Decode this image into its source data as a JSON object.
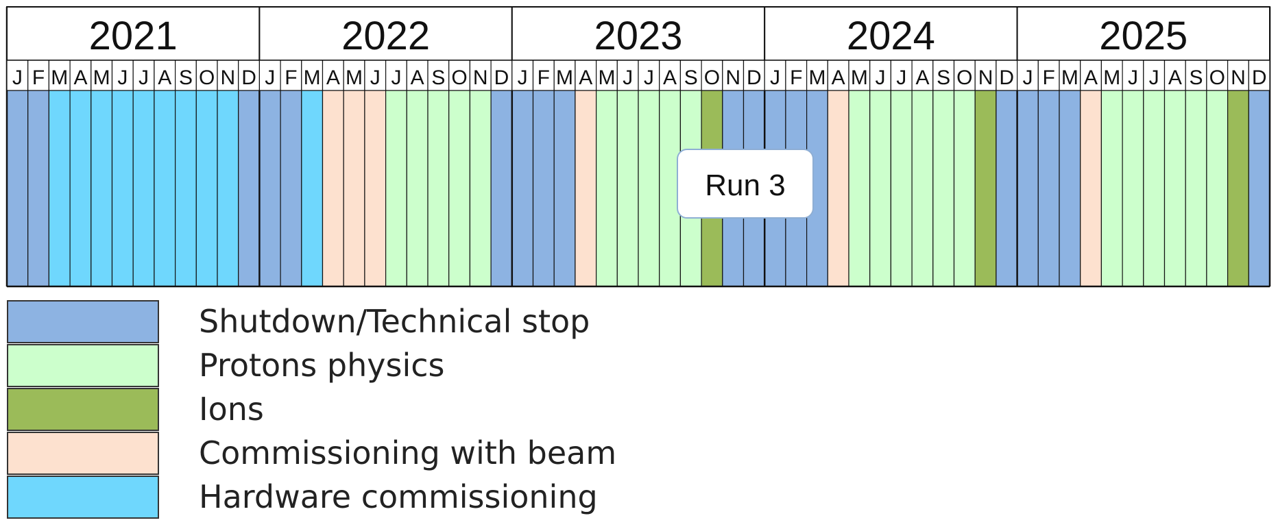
{
  "years": [
    "2021",
    "2022",
    "2023",
    "2024",
    "2025"
  ],
  "month_letters": [
    "J",
    "F",
    "M",
    "A",
    "M",
    "J",
    "J",
    "A",
    "S",
    "O",
    "N",
    "D"
  ],
  "schedule": {
    "2021": [
      "shutdown",
      "shutdown",
      "hw",
      "hw",
      "hw",
      "hw",
      "hw",
      "hw",
      "hw",
      "hw",
      "hw",
      "shutdown"
    ],
    "2022": [
      "shutdown",
      "shutdown",
      "hw",
      "beam",
      "beam",
      "beam",
      "protons",
      "protons",
      "protons",
      "protons",
      "protons",
      "shutdown"
    ],
    "2023": [
      "shutdown",
      "shutdown",
      "shutdown",
      "beam",
      "protons",
      "protons",
      "protons",
      "protons",
      "protons",
      "ions",
      "shutdown",
      "shutdown"
    ],
    "2024": [
      "shutdown",
      "shutdown",
      "shutdown",
      "beam",
      "protons",
      "protons",
      "protons",
      "protons",
      "protons",
      "protons",
      "ions",
      "shutdown"
    ],
    "2025": [
      "shutdown",
      "shutdown",
      "shutdown",
      "beam",
      "protons",
      "protons",
      "protons",
      "protons",
      "protons",
      "protons",
      "ions",
      "shutdown"
    ]
  },
  "run_label": "Run 3",
  "legend": [
    {
      "key": "shutdown",
      "label": "Shutdown/Technical stop"
    },
    {
      "key": "protons",
      "label": "Protons physics"
    },
    {
      "key": "ions",
      "label": "Ions"
    },
    {
      "key": "beam",
      "label": "Commissioning with beam"
    },
    {
      "key": "hw",
      "label": "Hardware commissioning"
    }
  ],
  "colors": {
    "shutdown": "#8db3e2",
    "protons": "#ccffcc",
    "ions": "#9bbb59",
    "beam": "#fde1cf",
    "hw": "#6fd7fd"
  }
}
